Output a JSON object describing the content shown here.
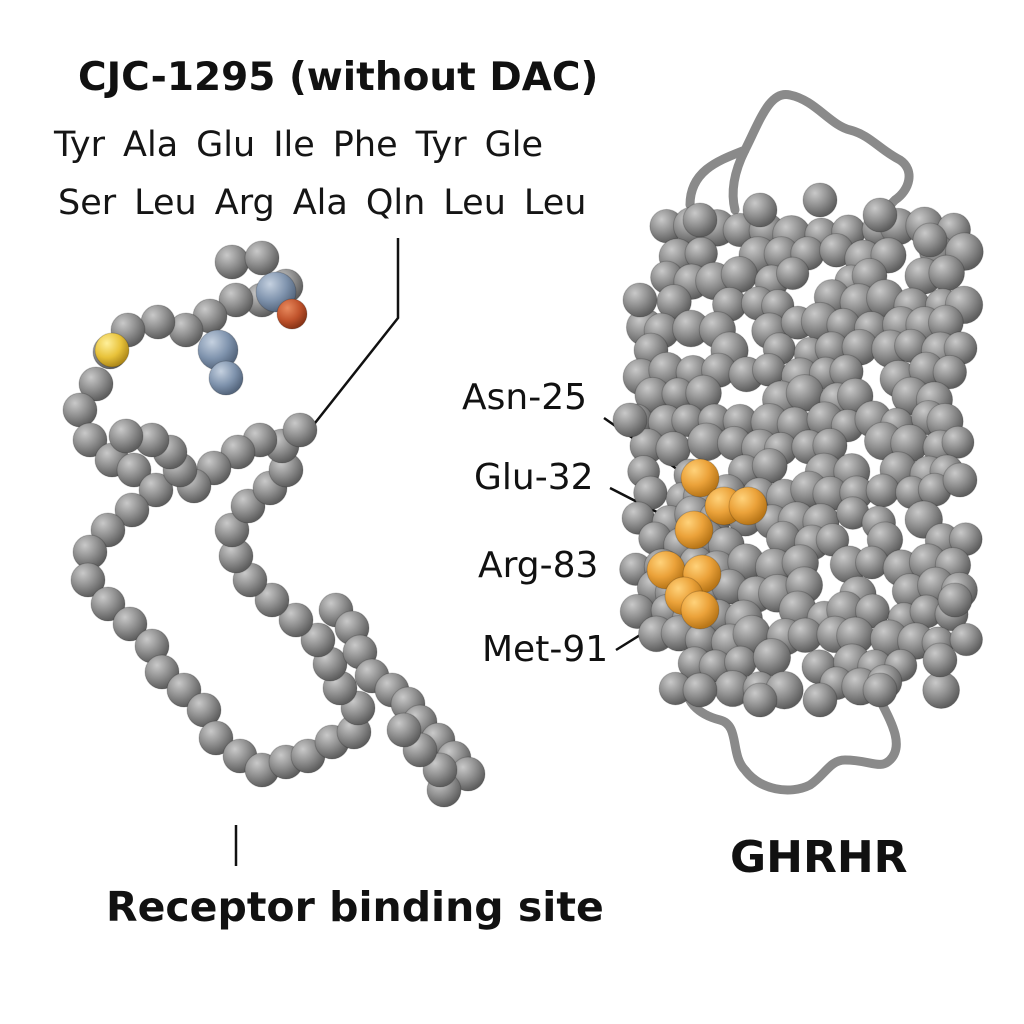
{
  "title": "CJC-1295 (without DAC)",
  "sequence_rows": [
    [
      "Tyr",
      "Ala",
      "Glu",
      "Ile",
      "Phe",
      "Tyr",
      "Gle"
    ],
    [
      "Ser",
      "Leu",
      "Arg",
      "Ala",
      "Qln",
      "Leu",
      "Leu"
    ]
  ],
  "residue_labels": [
    "Asn-25",
    "Glu-32",
    "Arg-83",
    "Met-91"
  ],
  "receptor_name": "GHRHR",
  "binding_site_label": "Receptor binding site",
  "colors": {
    "bead_gray": "#8f8f8f",
    "highlight_orange": "#eba23a",
    "sulfur_yellow": "#e8c23a",
    "nitrogen_blue": "#7f93ad",
    "oxygen_red": "#c0532c"
  }
}
